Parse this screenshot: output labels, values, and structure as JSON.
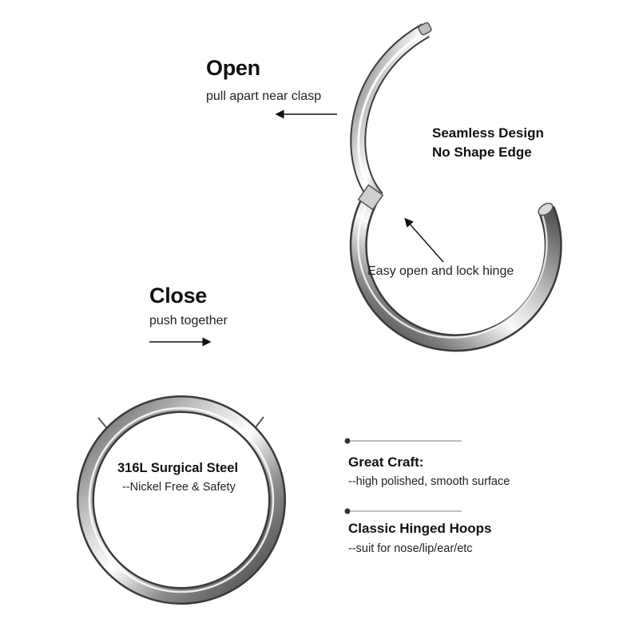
{
  "open": {
    "title": "Open",
    "subtitle": "pull apart near clasp"
  },
  "close": {
    "title": "Close",
    "subtitle": "push together"
  },
  "seamless": {
    "line1": "Seamless Design",
    "line2": "No Shape Edge"
  },
  "hinge_note": "Easy open and lock hinge",
  "material": {
    "title": "316L Surgical Steel",
    "subtitle": "--Nickel Free & Safety"
  },
  "features": [
    {
      "title": "Great Craft:",
      "desc": "--high polished, smooth surface"
    },
    {
      "title": "Classic Hinged Hoops",
      "desc": "--suit for nose/lip/ear/etc"
    }
  ],
  "colors": {
    "text": "#111111",
    "metal_dark": "#4a4a4a",
    "metal_mid": "#9a9a9a",
    "metal_light": "#f2f2f2"
  }
}
